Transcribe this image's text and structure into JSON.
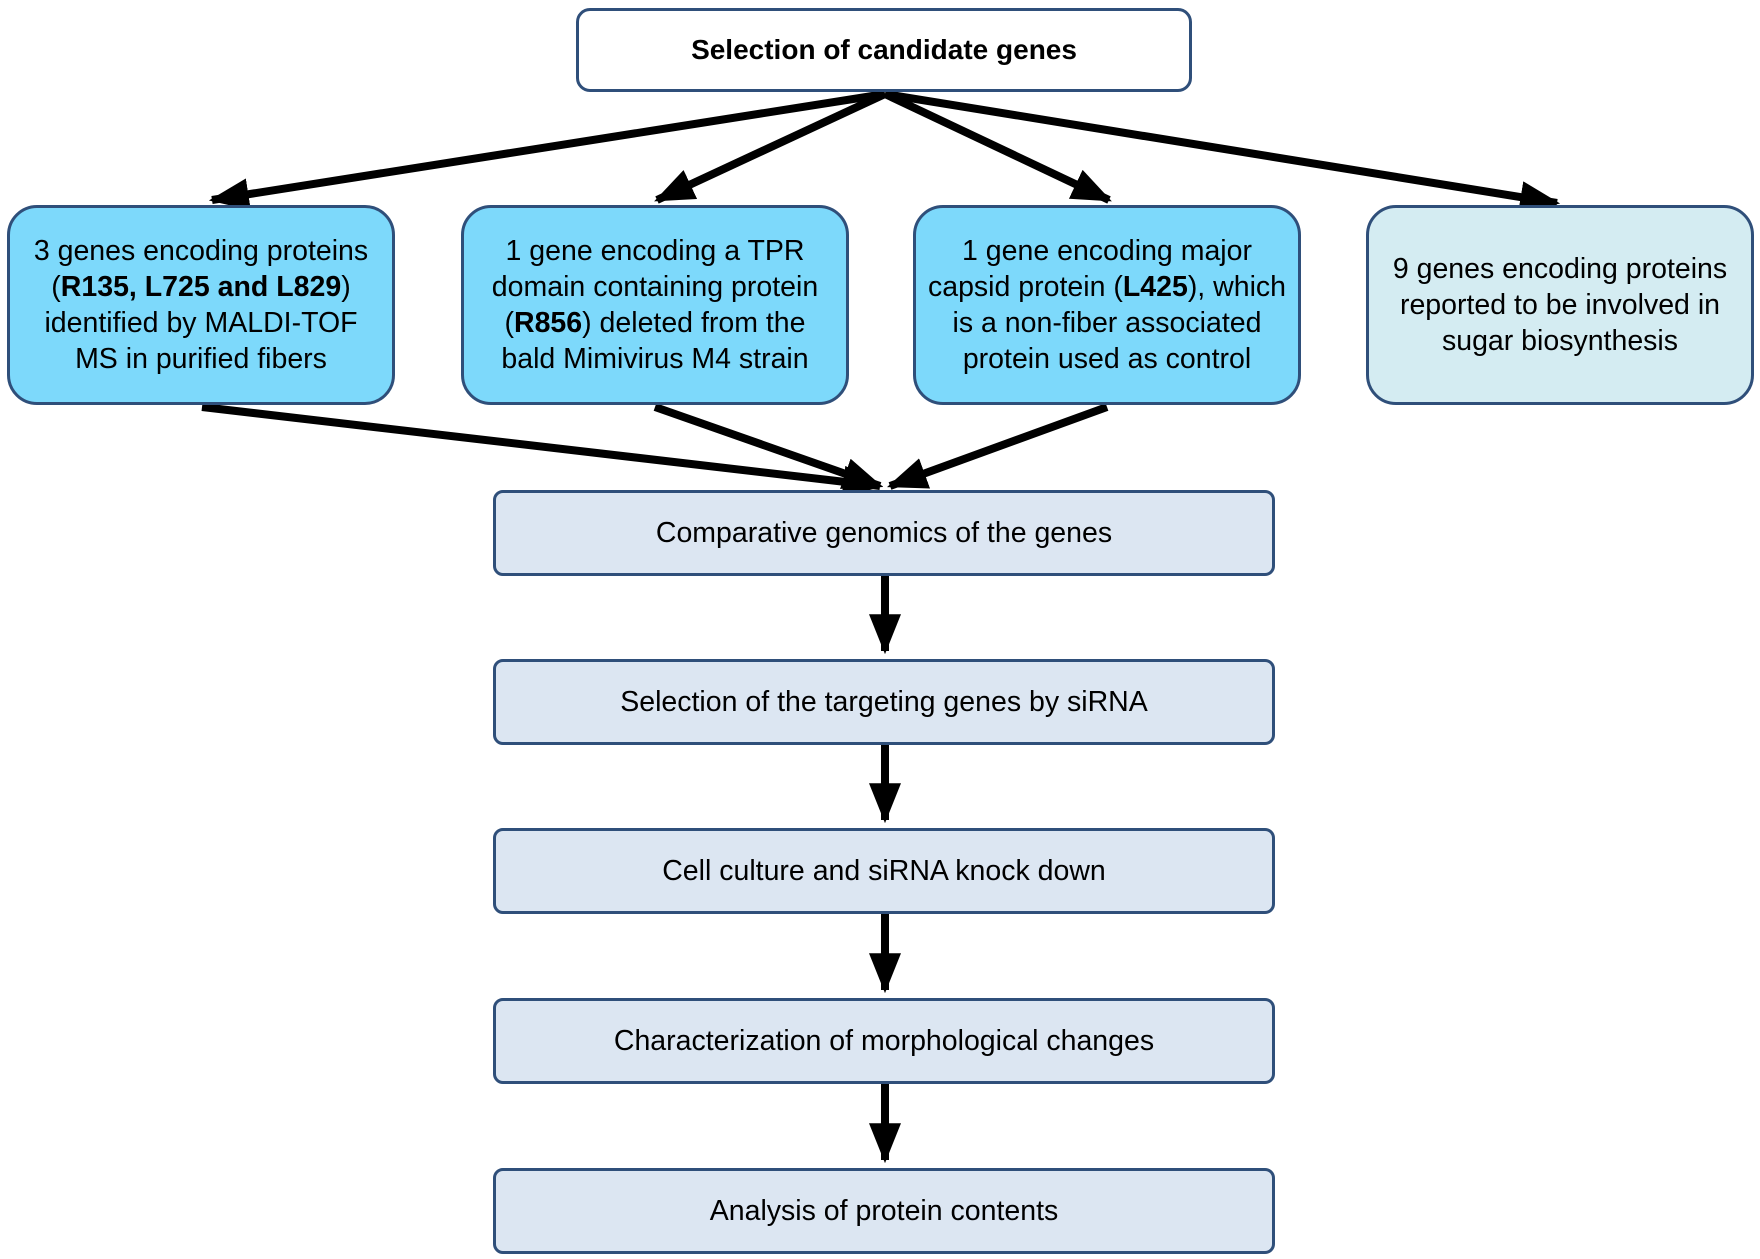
{
  "top": {
    "title": "Selection of candidate genes"
  },
  "candidates": [
    {
      "parts": [
        "3 genes encoding proteins (",
        "R135, L725 and L829",
        ") identified by MALDI-TOF MS in purified fibers"
      ],
      "color": "#7dd9fb"
    },
    {
      "parts": [
        "1 gene encoding a TPR domain containing protein (",
        "R856",
        ") deleted from the bald Mimivirus M4 strain"
      ],
      "color": "#7dd9fb"
    },
    {
      "parts": [
        "1 gene encoding major capsid protein (",
        "L425",
        "), which  is a non-fiber associated protein used as control"
      ],
      "color": "#7dd9fb"
    },
    {
      "text": "9 genes encoding proteins reported to be involved in sugar biosynthesis",
      "color": "#d4ecf2"
    }
  ],
  "steps": [
    {
      "label": "Comparative genomics of the genes"
    },
    {
      "label": "Selection of the targeting genes by siRNA"
    },
    {
      "label": "Cell culture and siRNA knock down"
    },
    {
      "label": "Characterization of morphological changes"
    },
    {
      "label": "Analysis of protein contents"
    }
  ],
  "colors": {
    "border": "#2f4f7a",
    "step_fill": "#dce6f2",
    "arrow": "#000000"
  }
}
